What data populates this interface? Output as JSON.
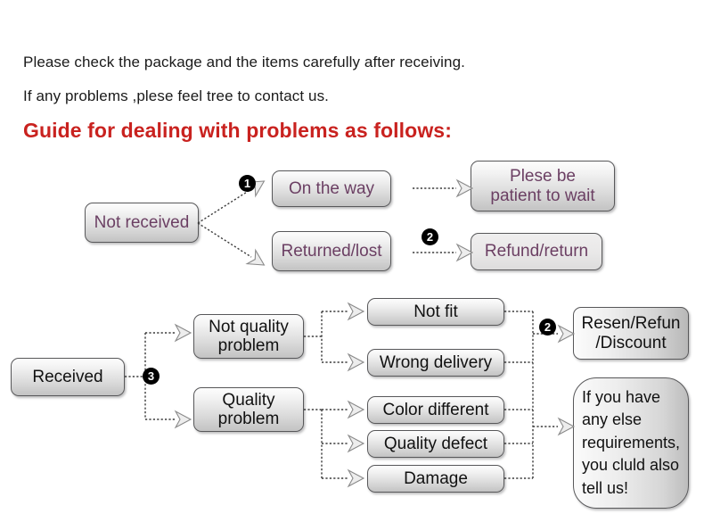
{
  "intro": {
    "line1": "Please check the package and the items carefully after receiving.",
    "line2": "If any problems ,plese feel tree to contact us.",
    "title": "Guide for dealing with problems as follows:"
  },
  "colors": {
    "title_red": "#c9221f",
    "node_purple_text": "#6b3f63",
    "node_dark_text": "#111111",
    "node_border": "#58585a",
    "badge_fill": "#000000",
    "badge_text": "#ffffff",
    "connector": "#4d4d4d",
    "background": "#ffffff"
  },
  "flow_upper": {
    "start": {
      "label": "Not received"
    },
    "branches": [
      {
        "label": "On the way",
        "badge": "1",
        "result": "Plese be\npatient to wait"
      },
      {
        "label": "Returned/lost",
        "badge": "2",
        "result": "Refund/return"
      }
    ]
  },
  "flow_lower": {
    "start": {
      "label": "Received",
      "badge": "3"
    },
    "categories": [
      {
        "label": "Not quality\nproblem",
        "reasons": [
          "Not fit",
          "Wrong delivery"
        ]
      },
      {
        "label": "Quality\nproblem",
        "reasons": [
          "Color different",
          "Quality defect",
          "Damage"
        ]
      }
    ],
    "outcomes": [
      {
        "label": "Resen/Refun\n/Discount",
        "badge": "2"
      },
      {
        "label": "If you have\nany else\nrequirements,\nyou cluld also\ntell us!"
      }
    ]
  }
}
